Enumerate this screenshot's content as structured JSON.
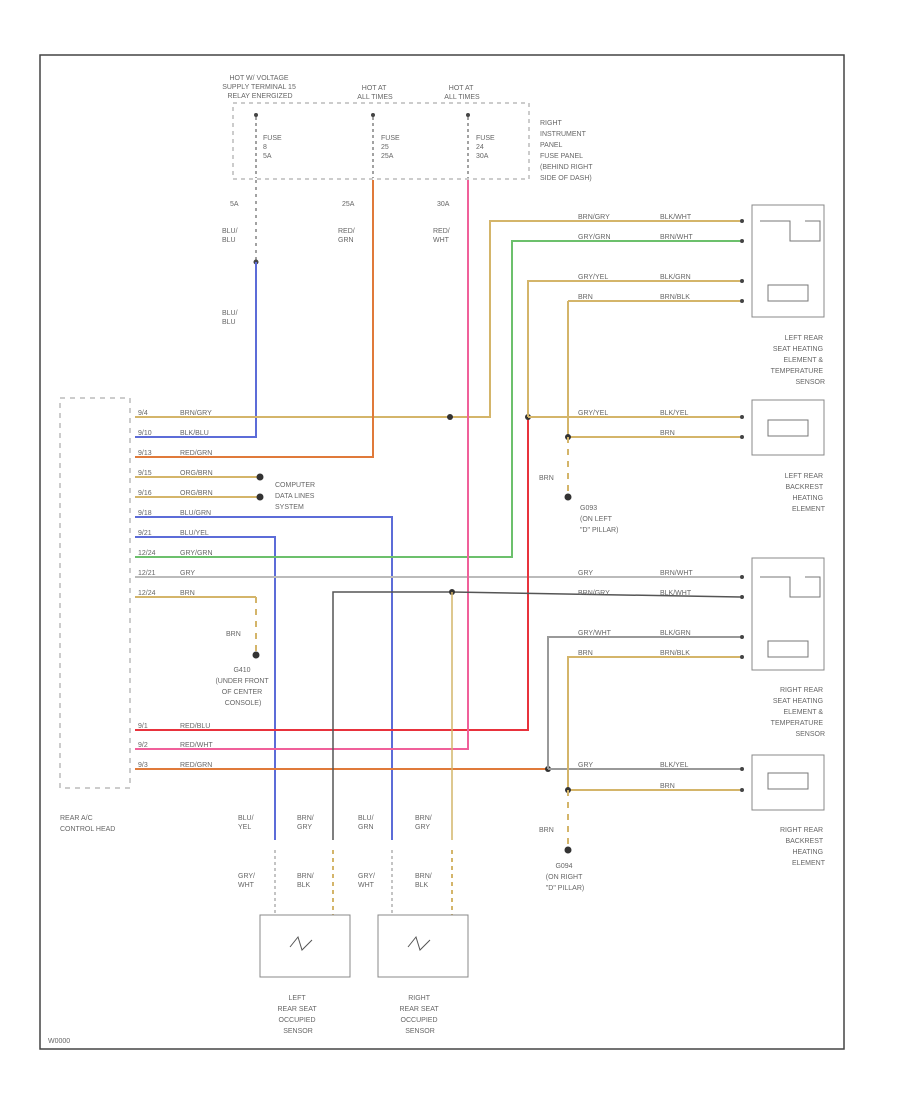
{
  "diagram_id": "W0000",
  "labels": {
    "hot_terminal": [
      "HOT W/ VOLTAGE",
      "SUPPLY TERMINAL 15",
      "RELAY ENERGIZED"
    ],
    "hot_all_times_1": [
      "HOT AT",
      "ALL TIMES"
    ],
    "hot_all_times_2": [
      "HOT AT",
      "ALL TIMES"
    ],
    "fuse1": [
      "FUSE",
      "8",
      "5A"
    ],
    "fuse2": [
      "FUSE",
      "25",
      "25A"
    ],
    "fuse3": [
      "FUSE",
      "24",
      "30A"
    ],
    "amp1": "5A",
    "amp2": "25A",
    "amp3": "30A",
    "fuse_panel": [
      "RIGHT",
      "INSTRUMENT",
      "PANEL",
      "FUSE PANEL",
      "(BEHIND RIGHT",
      "SIDE OF DASH)"
    ],
    "wire_blu_blu_top": [
      "BLU/",
      "BLU"
    ],
    "wire_red_grn_top": [
      "RED/",
      "GRN"
    ],
    "wire_red_wht_top": [
      "RED/",
      "WHT"
    ],
    "wire_blu_blu_mid": [
      "BLU/",
      "BLU"
    ],
    "computer": [
      "COMPUTER",
      "DATA LINES",
      "SYSTEM"
    ],
    "left_seat_element": [
      "LEFT REAR",
      "SEAT HEATING",
      "ELEMENT &",
      "TEMPERATURE",
      "SENSOR"
    ],
    "left_backrest": [
      "LEFT REAR",
      "BACKREST",
      "HEATING",
      "ELEMENT"
    ],
    "ground_left": [
      "G093",
      "(ON LEFT",
      "\"D\" PILLAR)"
    ],
    "ground_center": [
      "G410",
      "(UNDER FRONT",
      "OF CENTER",
      "CONSOLE)"
    ],
    "right_seat_element": [
      "RIGHT REAR",
      "SEAT HEATING",
      "ELEMENT &",
      "TEMPERATURE",
      "SENSOR"
    ],
    "right_backrest": [
      "RIGHT REAR",
      "BACKREST",
      "HEATING",
      "ELEMENT"
    ],
    "ground_right": [
      "G094",
      "(ON RIGHT",
      "\"D\" PILLAR)"
    ],
    "control_head": [
      "REAR A/C",
      "CONTROL HEAD"
    ],
    "left_occupied": [
      "LEFT",
      "REAR SEAT",
      "OCCUPIED",
      "SENSOR"
    ],
    "right_occupied": [
      "RIGHT",
      "REAR SEAT",
      "OCCUPIED",
      "SENSOR"
    ],
    "brn": "BRN",
    "bottom_wires": [
      [
        "BLU/",
        "YEL"
      ],
      [
        "BRN/",
        "GRY"
      ],
      [
        "BLU/",
        "GRN"
      ],
      [
        "BRN/",
        "GRY"
      ]
    ],
    "bottom_wires2": [
      [
        "GRY/",
        "WHT"
      ],
      [
        "BRN/",
        "BLK"
      ],
      [
        "GRY/",
        "WHT"
      ],
      [
        "BRN/",
        "BLK"
      ]
    ]
  },
  "pins": [
    {
      "pin": "9/4",
      "wire": "BRN/GRY"
    },
    {
      "pin": "9/10",
      "wire": "BLK/BLU"
    },
    {
      "pin": "9/13",
      "wire": "RED/GRN"
    },
    {
      "pin": "9/15",
      "wire": "ORG/BRN"
    },
    {
      "pin": "9/16",
      "wire": "ORG/BRN"
    },
    {
      "pin": "9/18",
      "wire": "BLU/GRN"
    },
    {
      "pin": "9/21",
      "wire": "BLU/YEL"
    },
    {
      "pin": "12/24",
      "wire": "GRY/GRN"
    },
    {
      "pin": "12/21",
      "wire": "GRY"
    },
    {
      "pin": "12/24",
      "wire": "BRN"
    },
    {
      "pin": "9/1",
      "wire": "RED/BLU"
    },
    {
      "pin": "9/2",
      "wire": "RED/WHT"
    },
    {
      "pin": "9/3",
      "wire": "RED/GRN"
    }
  ],
  "right_wires": {
    "top": [
      {
        "left": "BRN/GRY",
        "right": "BLK/WHT"
      },
      {
        "left": "GRY/GRN",
        "right": "BRN/WHT"
      },
      {
        "left": "GRY/YEL",
        "right": "BLK/GRN"
      },
      {
        "left": "BRN",
        "right": "BRN/BLK"
      },
      {
        "left": "GRY/YEL",
        "right": "BLK/YEL"
      },
      {
        "left": "",
        "right": "BRN"
      }
    ],
    "bottom": [
      {
        "left": "GRY",
        "right": "BRN/WHT"
      },
      {
        "left": "BRN/GRY",
        "right": "BLK/WHT"
      },
      {
        "left": "GRY/WHT",
        "right": "BLK/GRN"
      },
      {
        "left": "BRN",
        "right": "BRN/BLK"
      },
      {
        "left": "GRY",
        "right": "BLK/YEL"
      },
      {
        "left": "",
        "right": "BRN"
      }
    ]
  },
  "colors": {
    "tan": "#d4b56a",
    "orange": "#e07a3a",
    "red": "#e8323c",
    "blue": "#5c6cd8",
    "green": "#6cc06c",
    "pink": "#f0609a",
    "grey": "#999999",
    "dark": "#555555"
  }
}
